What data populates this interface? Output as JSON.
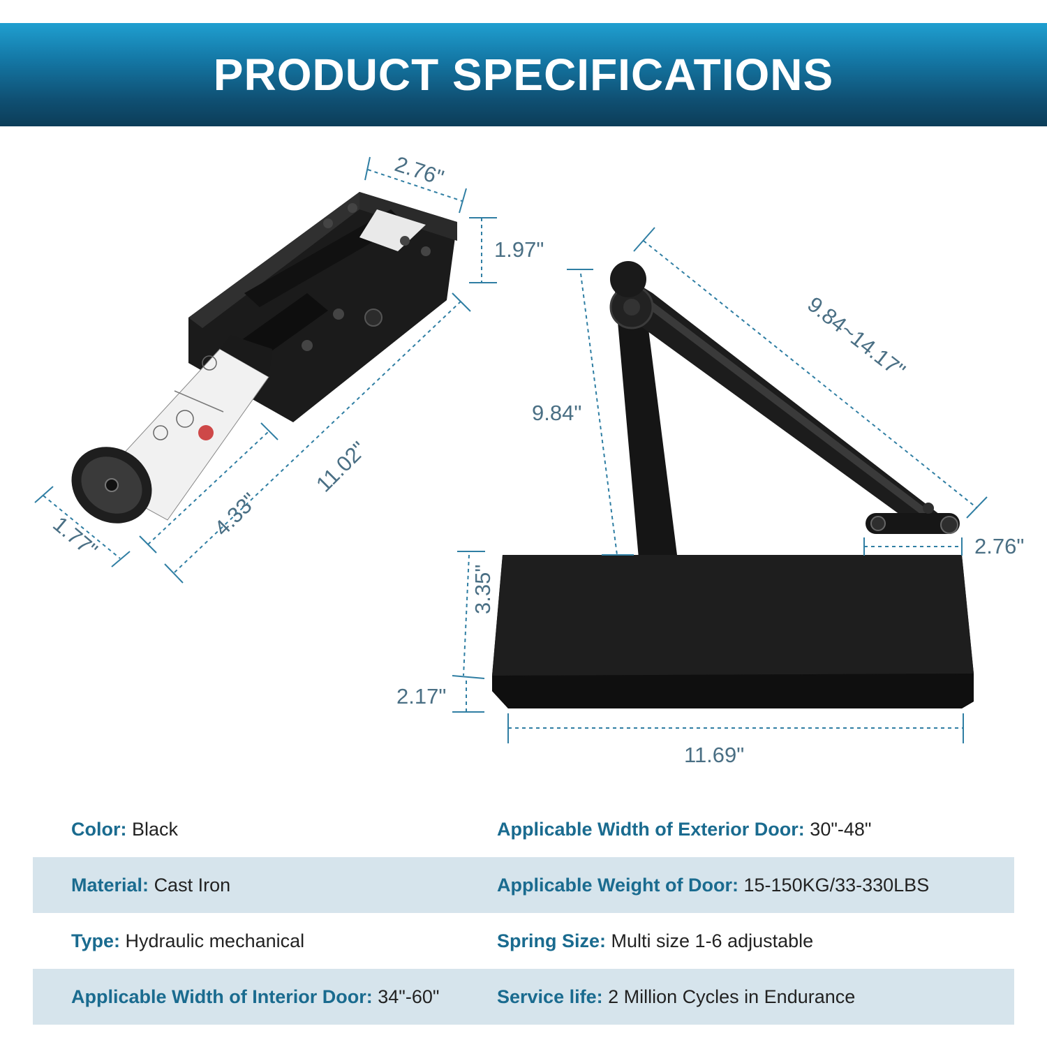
{
  "header": {
    "title": "PRODUCT SPECIFICATIONS"
  },
  "colors": {
    "accent": "#1a6b8f",
    "banner": "#1478a6",
    "dimension_line": "#2f7ea3",
    "row_shade": "#d6e4ec"
  },
  "dimensions": {
    "body_width": "2.76\"",
    "body_height": "1.97\"",
    "body_length": "11.02\"",
    "cylinder_length": "4.33\"",
    "cylinder_diameter": "1.77\"",
    "arm_height": "9.84\"",
    "arm_reach": "9.84~14.17\"",
    "bracket_width": "2.76\"",
    "cover_height": "3.35\"",
    "base_height": "2.17\"",
    "cover_length": "11.69\""
  },
  "specs": [
    {
      "left_label": "Color:",
      "left_value": "Black",
      "right_label": "Applicable Width of Exterior Door:",
      "right_value": "30\"-48\""
    },
    {
      "left_label": "Material:",
      "left_value": "Cast Iron",
      "right_label": "Applicable Weight of Door:",
      "right_value": "15-150KG/33-330LBS"
    },
    {
      "left_label": "Type:",
      "left_value": "Hydraulic mechanical",
      "right_label": "Spring Size:",
      "right_value": "Multi size 1-6 adjustable"
    },
    {
      "left_label": "Applicable Width of Interior Door:",
      "left_value": "34\"-60\"",
      "right_label": "Service life:",
      "right_value": "2 Million Cycles in Endurance"
    }
  ]
}
